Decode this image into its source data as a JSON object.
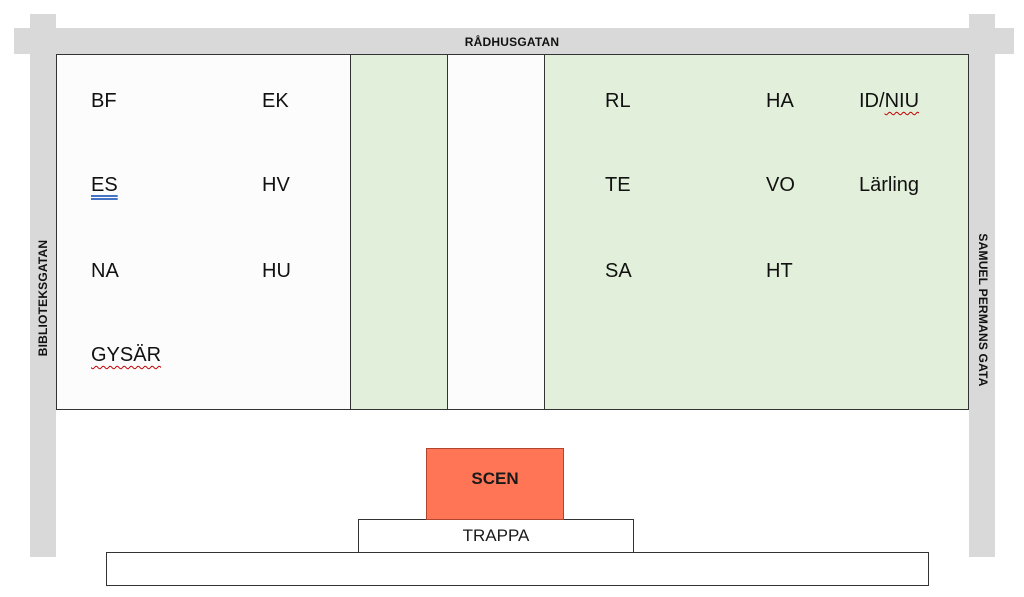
{
  "streets": {
    "top": "RÅDHUSGATAN",
    "left": "BIBLIOTEKSGATAN",
    "right": "SAMUEL PERMANS GATA"
  },
  "programs": {
    "bf": "BF",
    "ek": "EK",
    "es": "ES",
    "hv": "HV",
    "na": "NA",
    "hu": "HU",
    "gysar": "GYSÄR",
    "rl": "RL",
    "ha": "HA",
    "id_niu": "ID/NIU",
    "te": "TE",
    "vo": "VO",
    "larling": "Lärling",
    "sa": "SA",
    "ht": "HT"
  },
  "stage": {
    "scen": "SCEN",
    "trappa": "TRAPPA"
  },
  "colors": {
    "street": "#d9d9d9",
    "green_block": "#e2efda",
    "scen": "#ff7555"
  }
}
